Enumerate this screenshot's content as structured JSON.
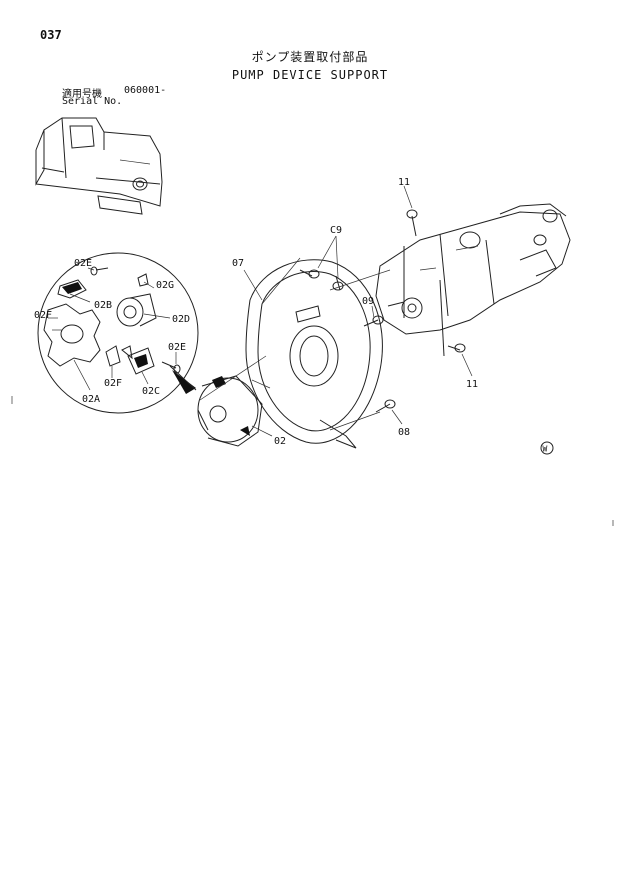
{
  "page_number": "037",
  "title_jp": "ポンプ装置取付部品",
  "title_en": "PUMP DEVICE SUPPORT",
  "serial": {
    "label_jp": "適用号機",
    "number": "060001-",
    "label_en": "Serial No."
  },
  "parts": {
    "p02": "02",
    "p02a": "02A",
    "p02b": "02B",
    "p02c": "02C",
    "p02d": "02D",
    "p02e_top": "02E",
    "p02e_right": "02E",
    "p02f_left": "02F",
    "p02f_bottom": "02F",
    "p02g": "02G",
    "p07": "07",
    "p08": "08",
    "p09": "09",
    "pC9": "C9",
    "p11_top": "11",
    "p11_bottom": "11"
  },
  "mark_w": "W"
}
